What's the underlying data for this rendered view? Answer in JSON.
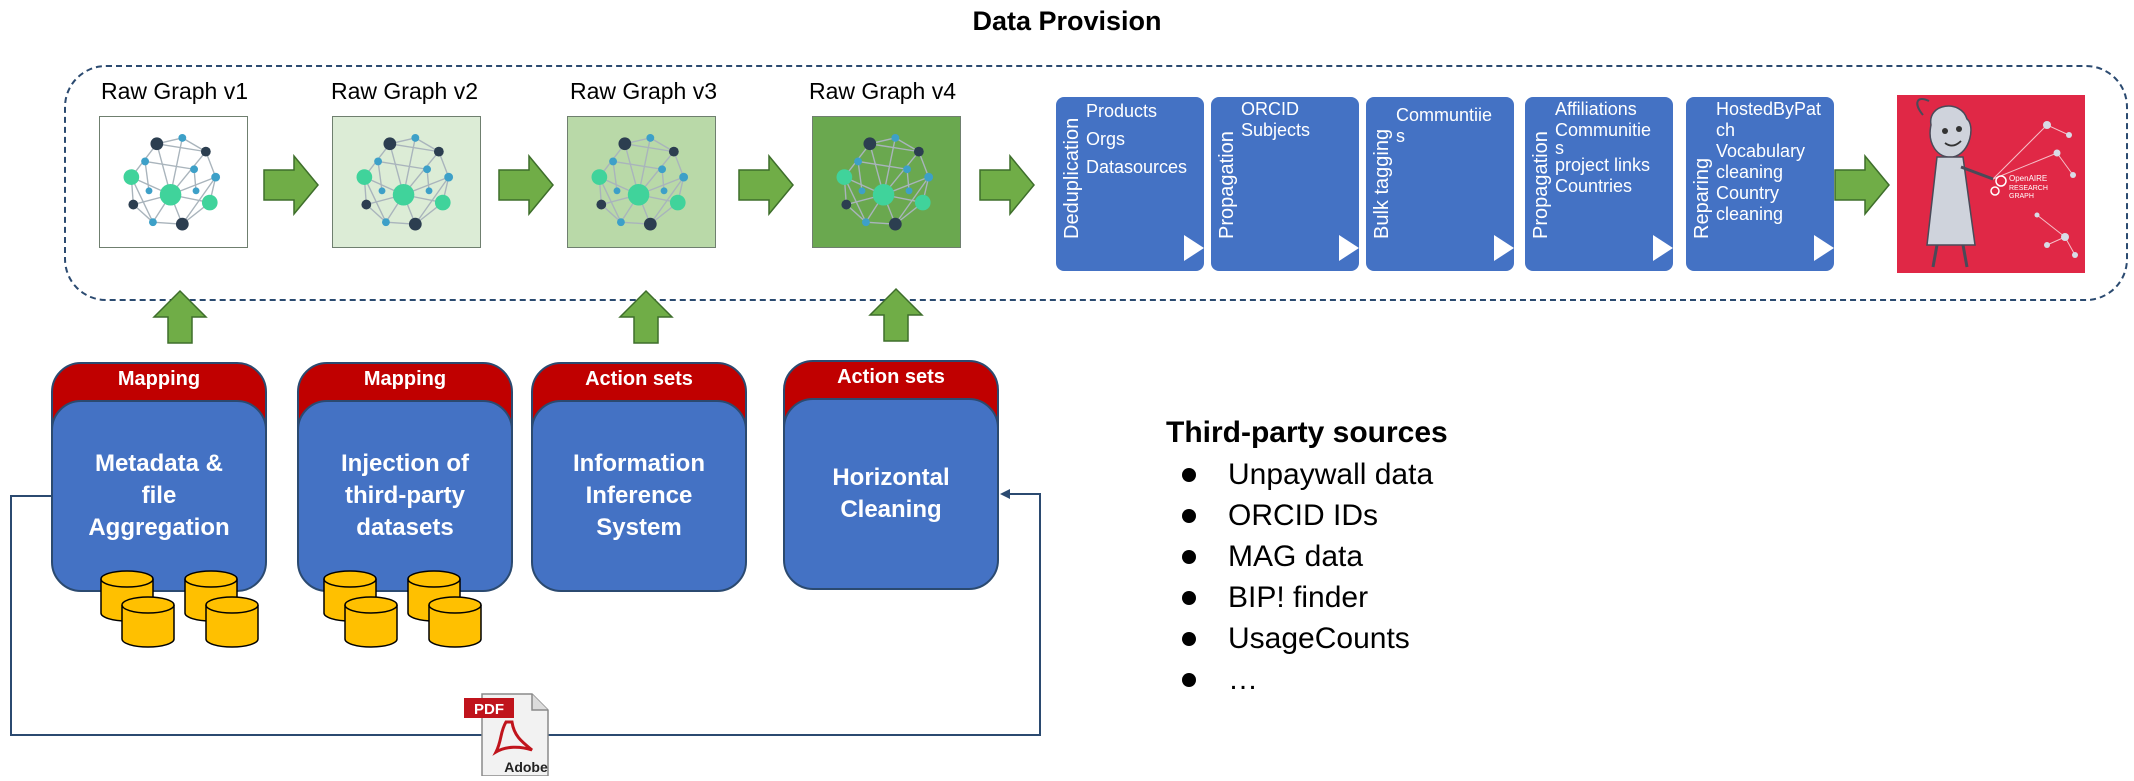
{
  "title": "Data Provision",
  "raw_graphs": [
    {
      "label": "Raw Graph v1",
      "bg": "#ffffff"
    },
    {
      "label": "Raw Graph v2",
      "bg": "#dcecd6"
    },
    {
      "label": "Raw Graph v3",
      "bg": "#b9d9a8"
    },
    {
      "label": "Raw Graph v4",
      "bg": "#6aa84f"
    }
  ],
  "steps": [
    {
      "vertical": "Deduplication",
      "items": [
        "Products",
        "Orgs",
        "Datasources"
      ]
    },
    {
      "vertical": "Propagation",
      "items": [
        "ORCID",
        "Subjects"
      ]
    },
    {
      "vertical": "Bulk tagging",
      "items": [
        "Communtiie",
        "s"
      ]
    },
    {
      "vertical": "Propagation",
      "items": [
        "Affiliations",
        "Communitie",
        "s",
        "project links",
        "Countries"
      ]
    },
    {
      "vertical": "Reparing",
      "items": [
        "HostedByPat",
        "ch",
        "Vocabulary",
        "cleaning",
        "Country",
        "cleaning"
      ]
    }
  ],
  "modules": [
    {
      "header": "Mapping",
      "body": [
        "Metadata &",
        "file",
        "Aggregation"
      ]
    },
    {
      "header": "Mapping",
      "body": [
        "Injection of",
        "third-party",
        "datasets"
      ]
    },
    {
      "header": "Action sets",
      "body": [
        "Information",
        "Inference",
        "System"
      ]
    },
    {
      "header": "Action sets",
      "body": [
        "Horizontal",
        "Cleaning"
      ]
    }
  ],
  "third_party": {
    "title": "Third-party sources",
    "items": [
      "Unpaywall data",
      "ORCID IDs",
      "MAG data",
      "BIP! finder",
      "UsageCounts",
      "…"
    ]
  },
  "pdf_icon": {
    "tag": "PDF",
    "brand": "Adobe"
  },
  "logo_text": {
    "line1": "OpenAIRE",
    "line2": "RESEARCH",
    "line3": "GRAPH"
  },
  "colors": {
    "arrow_green": "#70ad47",
    "arrow_outline": "#3e6e2b",
    "step_blue": "#4472c4",
    "header_red": "#c00000",
    "cylinder_yellow": "#ffc000",
    "node_teal": "#40d39b",
    "node_dark": "#2c3e50",
    "node_blue": "#3da0c8",
    "logo_red": "#e02846"
  },
  "icons": [
    "right-arrow-icon",
    "up-arrow-icon",
    "database-cylinder-icon",
    "pdf-file-icon",
    "network-graph-icon"
  ]
}
